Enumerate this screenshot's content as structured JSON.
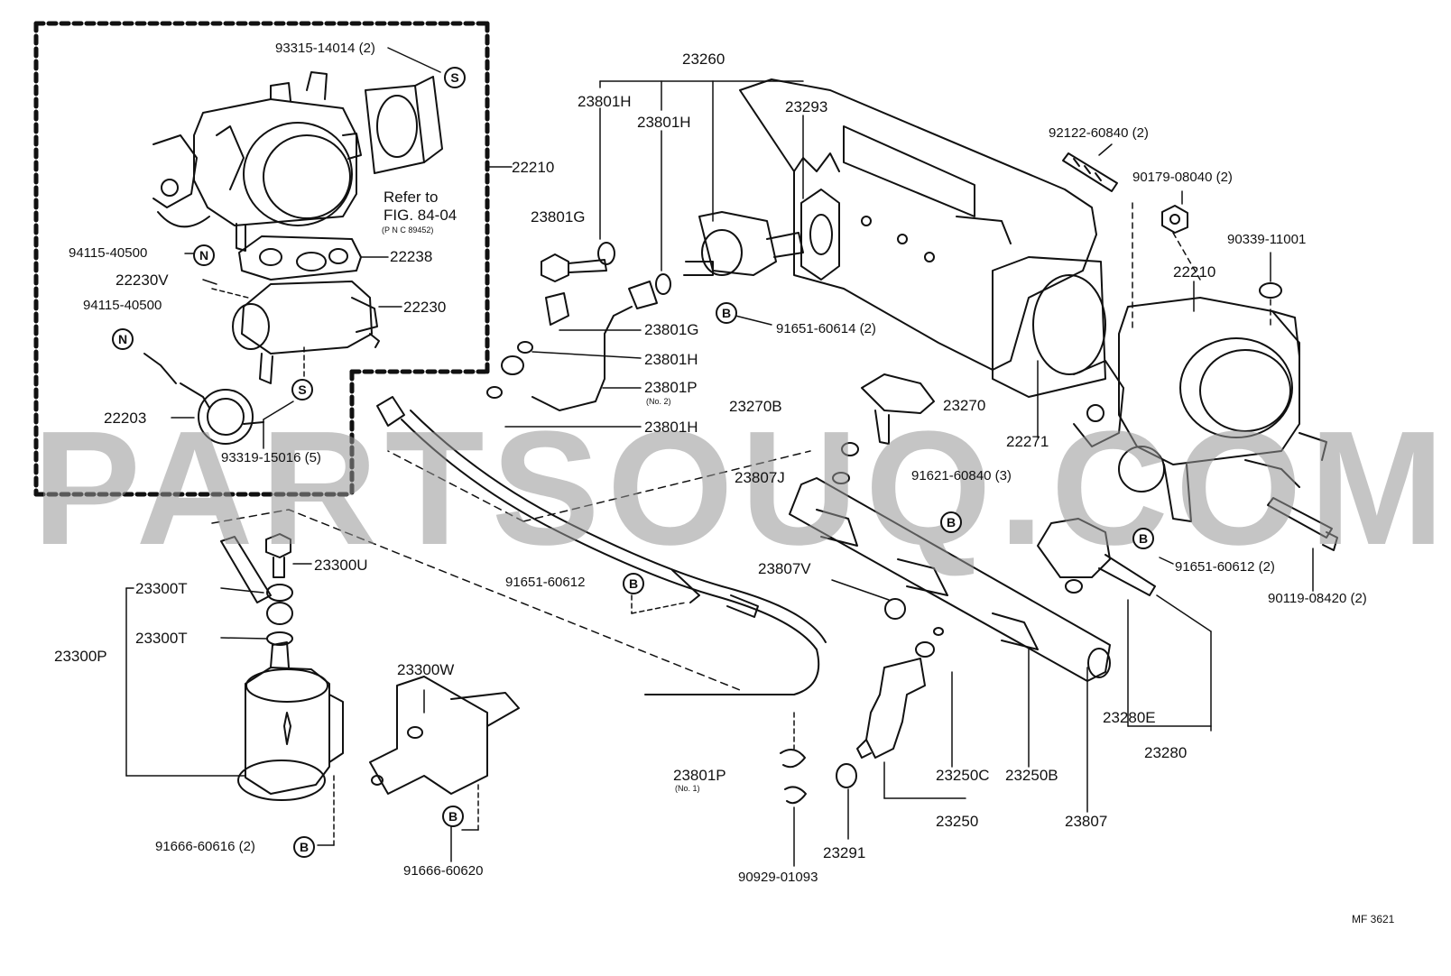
{
  "watermark": "PARTSOUQ.COM",
  "figure_code": "MF 3621",
  "labels": {
    "p93315": "93315-14014 (2)",
    "p22210a": "22210",
    "refer1": "Refer to",
    "refer2": "FIG. 84-04",
    "refer3": "(P N C 89452)",
    "p94115a": "94115-40500",
    "p22238": "22238",
    "p22230v": "22230V",
    "p94115b": "94115-40500",
    "p22230": "22230",
    "p22203": "22203",
    "p93319": "93319-15016 (5)",
    "p23260": "23260",
    "p23801h_a": "23801H",
    "p23801h_b": "23801H",
    "p23293": "23293",
    "p23801g_a": "23801G",
    "p23801g_b": "23801G",
    "p91651_614": "91651-60614 (2)",
    "p23801h_c": "23801H",
    "p23801p2": "23801P",
    "p23801p2_sub": "(No. 2)",
    "p23801h_d": "23801H",
    "p92122": "92122-60840 (2)",
    "p90179": "90179-08040 (2)",
    "p90339": "90339-11001",
    "p22210b": "22210",
    "p23270b": "23270B",
    "p23270": "23270",
    "p22271": "22271",
    "p23807j": "23807J",
    "p91621": "91621-60840 (3)",
    "p23300u": "23300U",
    "p23300t_a": "23300T",
    "p23300t_b": "23300T",
    "p23300p": "23300P",
    "p91651_612a": "91651-60612",
    "p23807v": "23807V",
    "p91651_612b": "91651-60612 (2)",
    "p90119": "90119-08420 (2)",
    "p23300w": "23300W",
    "p23801p1": "23801P",
    "p23801p1_sub": "(No. 1)",
    "p23250c": "23250C",
    "p23250b": "23250B",
    "p23280e": "23280E",
    "p23280": "23280",
    "p23250": "23250",
    "p23807": "23807",
    "p23291": "23291",
    "p91666_616": "91666-60616 (2)",
    "p91666_620": "91666-60620",
    "p90929": "90929-01093"
  },
  "symbols": {
    "s": "S",
    "n": "N",
    "b": "B"
  }
}
